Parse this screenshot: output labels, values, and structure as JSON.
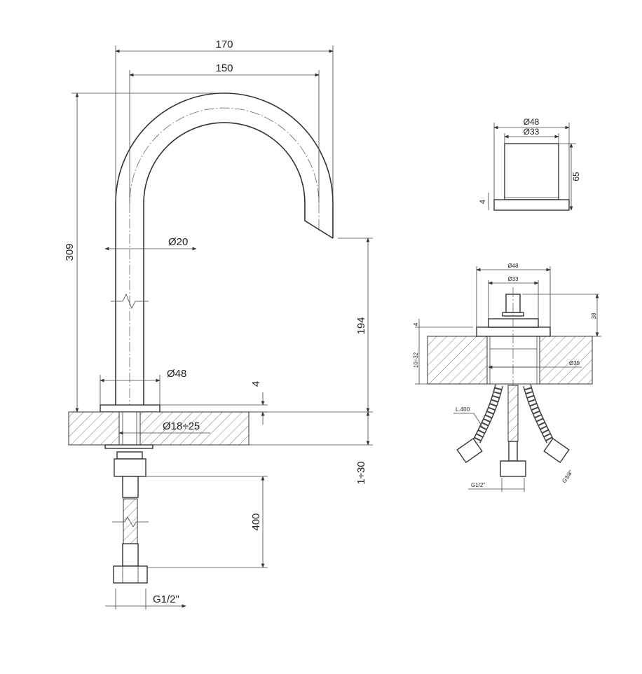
{
  "main_view": {
    "dim_width_total": "170",
    "dim_width_reach": "150",
    "dim_height_total": "309",
    "dim_spout_height": "194",
    "dim_pipe_diameter": "Ø20",
    "dim_base_diameter": "Ø48",
    "dim_base_thickness": "4",
    "dim_hole_diameter": "Ø18÷25",
    "dim_counter_thickness": "1÷30",
    "dim_hose_length": "400",
    "dim_hose_thread": "G1/2\""
  },
  "handle_view": {
    "dim_outer_diameter": "Ø48",
    "dim_inner_diameter": "Ø33",
    "dim_height": "65",
    "dim_base_thickness": "4"
  },
  "valve_view": {
    "dim_outer_diameter": "Ø48",
    "dim_inner_diameter": "Ø33",
    "dim_stem_height": "38",
    "dim_base_thickness": "4",
    "dim_counter_thickness": "10÷32",
    "dim_hole_diameter": "Ø35",
    "hose_length_label": "L.400",
    "thread_center": "G1/2\"",
    "thread_side": "G3/8\""
  }
}
